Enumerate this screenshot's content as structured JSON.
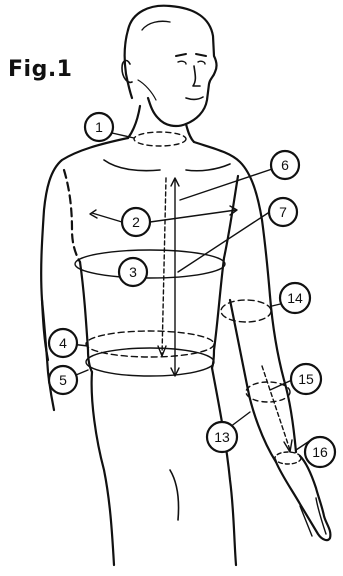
{
  "figure": {
    "title": "Fig.1",
    "callouts": [
      {
        "id": "1",
        "label": "1"
      },
      {
        "id": "2",
        "label": "2"
      },
      {
        "id": "3",
        "label": "3"
      },
      {
        "id": "4",
        "label": "4"
      },
      {
        "id": "5",
        "label": "5"
      },
      {
        "id": "6",
        "label": "6"
      },
      {
        "id": "7",
        "label": "7"
      },
      {
        "id": "13",
        "label": "13"
      },
      {
        "id": "14",
        "label": "14"
      },
      {
        "id": "15",
        "label": "15"
      },
      {
        "id": "16",
        "label": "16"
      }
    ],
    "colors": {
      "ink": "#111111",
      "background": "#ffffff"
    }
  }
}
